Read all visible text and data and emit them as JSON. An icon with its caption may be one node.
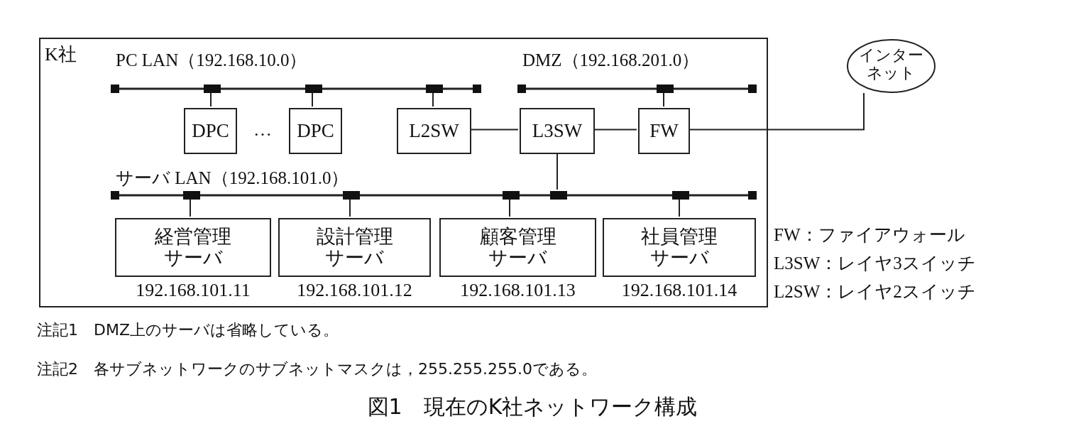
{
  "diagram": {
    "caption": "図1　現在のK社ネットワーク構成",
    "nodes": [
      {
        "text": [
          "K社"
        ]
      },
      {
        "text": [
          "PC LAN（192.168.10.0）"
        ],
        "in": 0
      },
      {
        "text": [
          "DMZ（192.168.201.0）"
        ],
        "in": 0
      },
      {
        "text": [
          "DPC"
        ],
        "in": 0
      },
      {
        "text": [
          "DPC"
        ],
        "in": 0
      },
      {
        "text": [
          "L2SW"
        ],
        "in": 0
      },
      {
        "text": [
          "L3SW"
        ],
        "in": 0
      },
      {
        "text": [
          "FW"
        ],
        "in": 0
      },
      {
        "text": [
          "サーバ LAN（192.168.101.0）"
        ],
        "in": 0
      },
      {
        "text": [
          "経営管理サーバ"
        ],
        "in": 0,
        "beside": [
          "192.168.101.11"
        ]
      },
      {
        "text": [
          "設計管理サーバ"
        ],
        "in": 0,
        "beside": [
          "192.168.101.12"
        ]
      },
      {
        "text": [
          "顧客管理サーバ"
        ],
        "in": 0,
        "beside": [
          "192.168.101.13"
        ]
      },
      {
        "text": [
          "社員管理サーバ"
        ],
        "in": 0,
        "beside": [
          "192.168.101.14"
        ]
      },
      {
        "text": [
          "インターネット"
        ]
      }
    ],
    "edges": [
      {
        "from": 1,
        "to": 3,
        "arrow": "none"
      },
      {
        "from": 1,
        "to": 4,
        "arrow": "none"
      },
      {
        "from": 1,
        "to": 5,
        "arrow": "none"
      },
      {
        "from": 5,
        "to": 6,
        "arrow": "none"
      },
      {
        "from": 6,
        "to": 7,
        "arrow": "none"
      },
      {
        "from": 2,
        "to": 7,
        "arrow": "none"
      },
      {
        "from": 7,
        "to": 13,
        "arrow": "none"
      },
      {
        "from": 6,
        "to": 8,
        "arrow": "none"
      },
      {
        "from": 8,
        "to": 9,
        "arrow": "none"
      },
      {
        "from": 8,
        "to": 10,
        "arrow": "none"
      },
      {
        "from": 8,
        "to": 11,
        "arrow": "none"
      },
      {
        "from": 8,
        "to": 12,
        "arrow": "none"
      }
    ],
    "labels": [
      "…",
      "FW：ファイアウォール",
      "L3SW：レイヤ3スイッチ",
      "L2SW：レイヤ2スイッチ",
      "注記1　DMZ上のサーバは省略している。",
      "注記2　各サブネットワークのサブネットマスクは，255.255.255.0である。"
    ]
  }
}
